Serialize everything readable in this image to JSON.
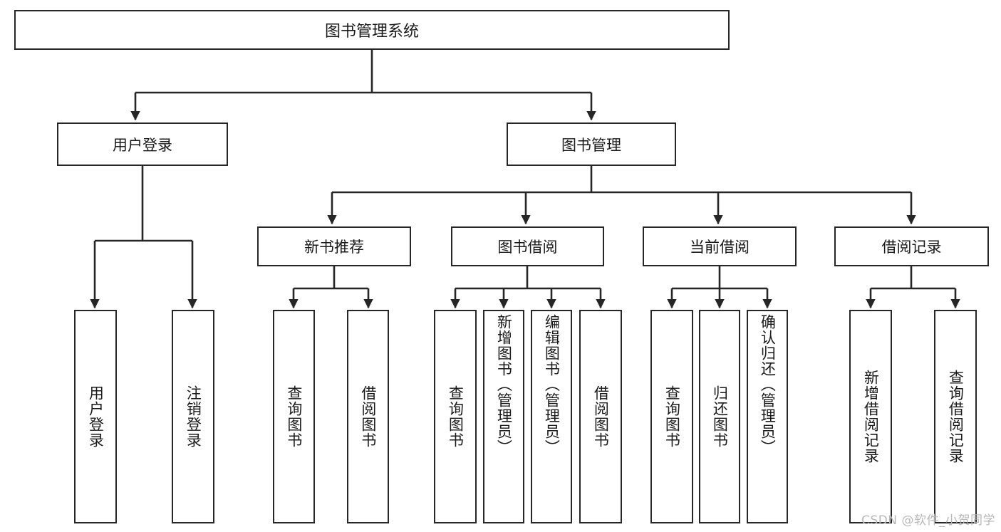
{
  "diagram": {
    "type": "tree",
    "title": "图书管理系统",
    "orientation": "top-down",
    "colors": {
      "box_border": "#262626",
      "box_fill": "#ffffff",
      "connector": "#262626",
      "text": "#1a1a1a",
      "watermark": "#b8b8b8",
      "background": "#ffffff"
    }
  },
  "root": {
    "label": "图书管理系统"
  },
  "level2": [
    {
      "id": "user-login",
      "label": "用户登录"
    },
    {
      "id": "book-manage",
      "label": "图书管理"
    }
  ],
  "level3": [
    {
      "id": "new-book-recommend",
      "label": "新书推荐"
    },
    {
      "id": "book-borrow",
      "label": "图书借阅"
    },
    {
      "id": "current-borrow",
      "label": "当前借阅"
    },
    {
      "id": "borrow-record",
      "label": "借阅记录"
    }
  ],
  "leaves": [
    {
      "id": "leaf-user-login",
      "parent": "user-login",
      "label": "用户登录"
    },
    {
      "id": "leaf-logout-login",
      "parent": "user-login",
      "label": "注销登录"
    },
    {
      "id": "leaf-query-book-1",
      "parent": "new-book-recommend",
      "label": "查询图书"
    },
    {
      "id": "leaf-borrow-book-1",
      "parent": "new-book-recommend",
      "label": "借阅图书"
    },
    {
      "id": "leaf-query-book-2",
      "parent": "book-borrow",
      "label": "查询图书"
    },
    {
      "id": "leaf-add-book-admin",
      "parent": "book-borrow",
      "label": "新增图书（管理员）"
    },
    {
      "id": "leaf-edit-book-admin",
      "parent": "book-borrow",
      "label": "编辑图书（管理员）"
    },
    {
      "id": "leaf-borrow-book-2",
      "parent": "book-borrow",
      "label": "借阅图书"
    },
    {
      "id": "leaf-query-book-3",
      "parent": "current-borrow",
      "label": "查询图书"
    },
    {
      "id": "leaf-return-book",
      "parent": "current-borrow",
      "label": "归还图书"
    },
    {
      "id": "leaf-confirm-return-admin",
      "parent": "current-borrow",
      "label": "确认归还（管理员）"
    },
    {
      "id": "leaf-add-borrow-record",
      "parent": "borrow-record",
      "label": "新增借阅记录"
    },
    {
      "id": "leaf-query-borrow-record",
      "parent": "borrow-record",
      "label": "查询借阅记录"
    }
  ],
  "watermark": {
    "text": "CSDN @软件_小贺同学"
  }
}
